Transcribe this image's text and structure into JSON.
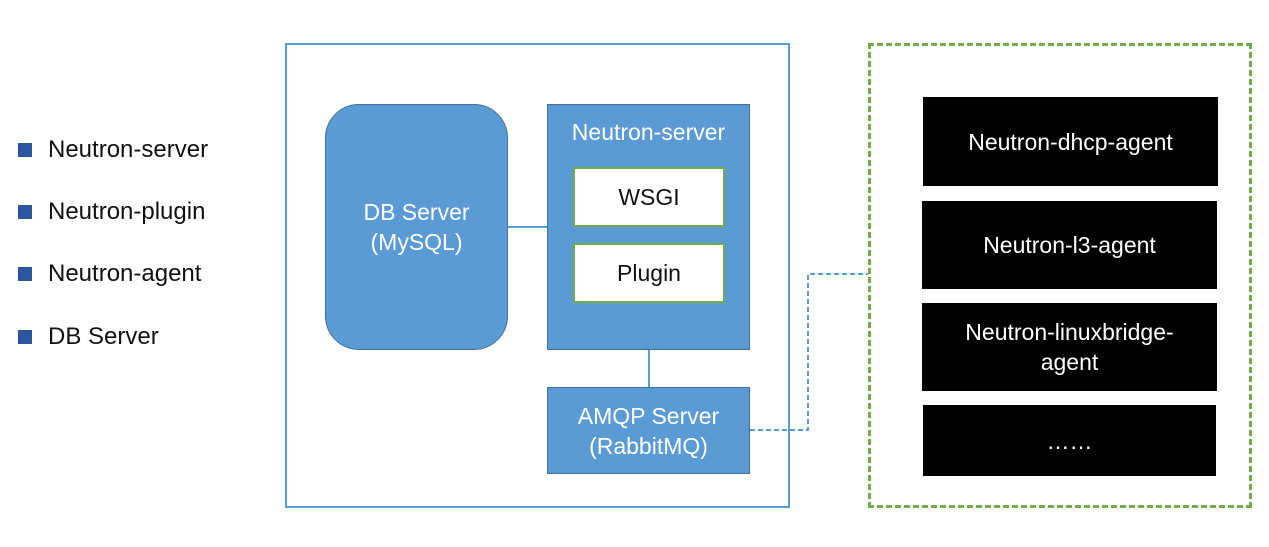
{
  "legend": {
    "items": [
      {
        "label": "Neutron-server"
      },
      {
        "label": "Neutron-plugin"
      },
      {
        "label": "Neutron-agent"
      },
      {
        "label": "DB Server"
      }
    ]
  },
  "controller": {
    "db_server": {
      "line1": "DB Server",
      "line2": "(MySQL)"
    },
    "neutron_server": {
      "title": "Neutron-server",
      "wsgi": "WSGI",
      "plugin": "Plugin"
    },
    "amqp_server": {
      "line1": "AMQP Server",
      "line2": "(RabbitMQ)"
    }
  },
  "agents": {
    "items": [
      {
        "line1": "Neutron-dhcp-agent",
        "line2": ""
      },
      {
        "line1": "Neutron-l3-agent",
        "line2": ""
      },
      {
        "line1": "Neutron-linuxbridge-",
        "line2": "agent"
      },
      {
        "line1": "……",
        "line2": ""
      }
    ]
  },
  "colors": {
    "legend_bullet": "#2e55a0",
    "node_fill": "#5b9bd5",
    "inner_border": "#70ad47",
    "agent_fill": "#000000",
    "dashed_border": "#70ad47"
  }
}
